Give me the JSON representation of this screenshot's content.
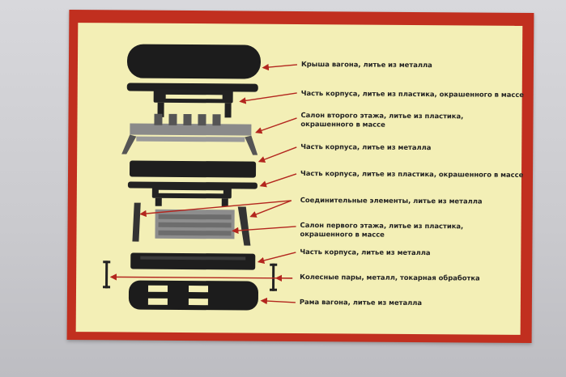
{
  "poster": {
    "labels": [
      "Крыша вагона, литье из металла",
      "Часть корпуса, литье из пластика, окрашенного в массе",
      "Салон второго этажа, литье из пластика,",
      "окрашенного в массе",
      "Часть корпуса, литье из металла",
      "Часть корпуса, литье из пластика, окрашенного в массе",
      "Соединительные элементы, литье из металла",
      "Салон первого этажа, литье из пластика,",
      "окрашенного в массе",
      "Часть корпуса, литье из металла",
      "Колесные пары, металл, токарная обработка",
      "Рама вагона, литье из металла"
    ],
    "colors": {
      "frame": "#c12f1f",
      "background": "#f3efb6",
      "arrow": "#b3261e",
      "part": "#1c1c1c"
    }
  }
}
